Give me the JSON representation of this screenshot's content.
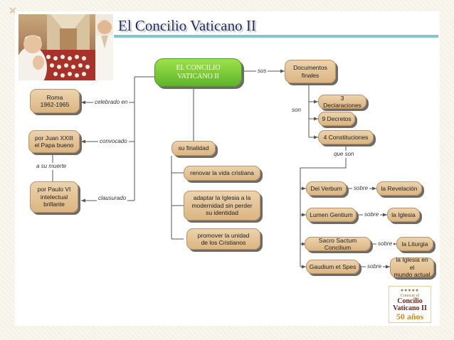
{
  "title": "El Concilio Vaticano II",
  "nodes": {
    "central": "EL CONCILIO\nVATICANO II",
    "roma": "Roma\n1962-1965",
    "juan": "por Juan XXIII\nel Papa bueno",
    "pablo": "por Paulo VI\nintelectual\nbrillante",
    "docs": "Documentos\nfinales",
    "finalidad": "su finalidad",
    "renovar": "renovar la vida cristiana",
    "adaptar": "adaptar la Iglesia a la\nmodernidad sin perder\nsu identidad",
    "promover": "promover la unidad\nde los Cristianos",
    "declaraciones": "3 Declaraciones",
    "decretos": "9 Decretos",
    "constituciones": "4 Constituciones",
    "dei": "Dei Verbum",
    "lumen": "Lumen Gentium",
    "sacro": "Sacro Sactum Concilium",
    "gaudium": "Gaudium et Spes",
    "revelacion": "la Revelación",
    "iglesia": "la Iglesia",
    "liturgia": "la Liturgia",
    "mundo": "la Iglesia en el\nmundo actual"
  },
  "links": {
    "celebrado": "celebrado en",
    "convocado": "convocado",
    "muerte": "a su muerte",
    "clausurado": "clausurado",
    "sus": "sus",
    "son": "son",
    "que_son": "que son",
    "sobre1": "sobre",
    "sobre2": "sobre",
    "sobre3": "sobre",
    "sobre4": "sobre"
  },
  "logo": {
    "line1": "Conocer el",
    "line2": "Concilio",
    "line3": "Vaticano II",
    "line4": "50 años"
  },
  "colors": {
    "node_fill": "#e4c498",
    "central_fill": "#7ccb3a",
    "title_text": "#1e2a5c",
    "title_rule": "#7fc7cf"
  }
}
